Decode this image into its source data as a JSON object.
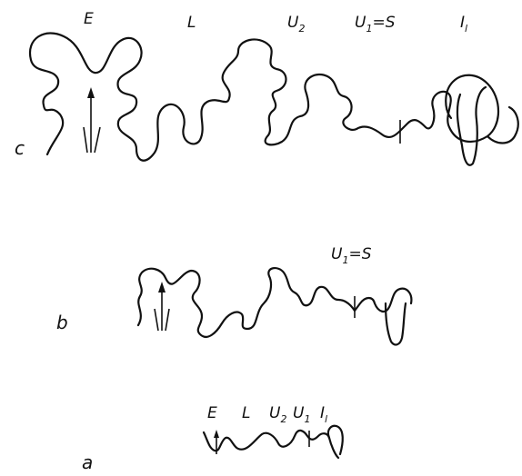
{
  "labels": {
    "top": {
      "E": "E",
      "L": "L",
      "U2": "U",
      "U2_sub": "2",
      "U1S": "U",
      "U1S_sub": "1",
      "U1S_rest": "=S",
      "I1": "I",
      "I1_sub": "l"
    },
    "middle": {
      "U1S": "U",
      "U1S_sub": "1",
      "U1S_rest": "=S"
    },
    "bottom": {
      "E": "E",
      "L": "L",
      "U2": "U",
      "U2_sub": "2",
      "U1": "U",
      "U1_sub": "1",
      "I1": "I",
      "I1_sub": "l"
    },
    "rows": {
      "c": "c",
      "b": "b",
      "a": "a"
    }
  }
}
